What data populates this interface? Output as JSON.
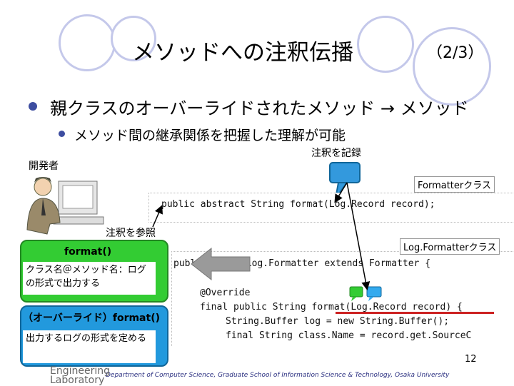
{
  "title": "メソッドへの注釈伝播",
  "page_indicator": "（2/3）",
  "bullets": {
    "level1": "親クラスのオーバーライドされたメソッド → メソッド",
    "level2": "メソッド間の継承関係を把握した理解が可能"
  },
  "labels": {
    "developer": "開発者",
    "record_annotation": "注釈を記録",
    "refer_annotation": "注釈を参照",
    "formatter_class": "Formatterクラス",
    "logformatter_class": "Log.Formatterクラス"
  },
  "code": {
    "abstract_line": "public abstract String format(Log.Record record);",
    "class_line": "public class Log.Formatter extends Formatter {",
    "override_line": "@Override",
    "final_line": "final public String format(Log.Record record) {",
    "buffer_line": "String.Buffer log = new String.Buffer();",
    "classname_line": "final String class.Name = record.get.SourceC"
  },
  "boxes": {
    "green_title": "format()",
    "green_text": "クラス名＠メソッド名：ログの形式で出力する",
    "blue_title": "（オーバーライド）format()",
    "blue_text": "出力するログの形式を定める"
  },
  "slide_number": "12",
  "footer": "Department of Computer Science, Graduate School of Information Science & Technology, Osaka University",
  "logo_text": "Engineering Laboratory",
  "colors": {
    "green": "#33cc33",
    "blue": "#2299dd",
    "bullet": "#3d4da0",
    "circle": "#c4c8ea"
  }
}
